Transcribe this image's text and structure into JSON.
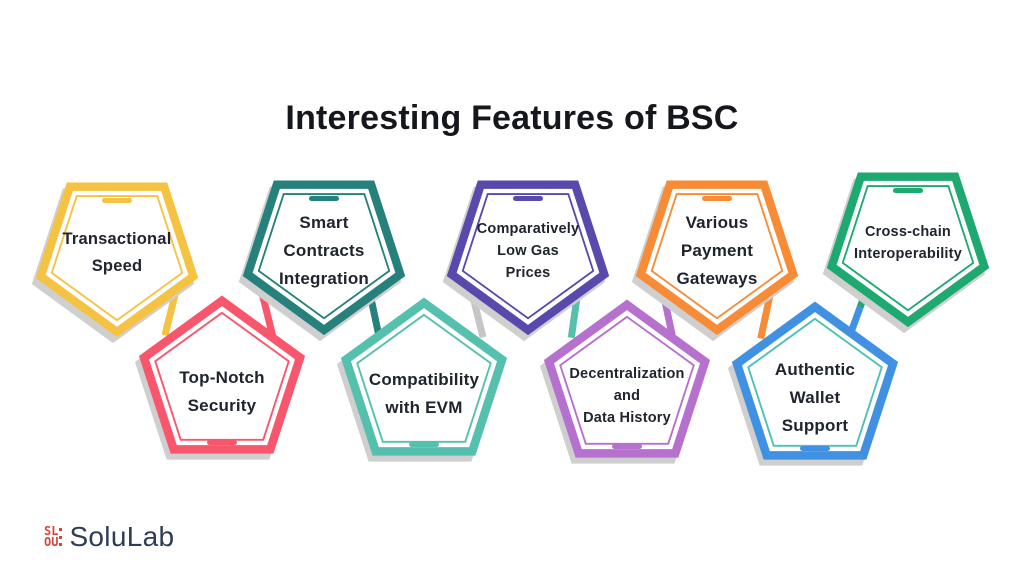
{
  "title": "Interesting Features of BSC",
  "background": "#FFFFFF",
  "shadow_color": "#CFCFCF",
  "text_color": "#20242E",
  "features": [
    {
      "id": "transactional-speed",
      "label": "Transactional Speed",
      "lines": [
        "Transactional",
        "Speed"
      ],
      "row": "top",
      "color": "#F5C242"
    },
    {
      "id": "top-notch-security",
      "label": "Top-Notch Security",
      "lines": [
        "Top-Notch",
        "Security"
      ],
      "row": "bottom",
      "color": "#F8566C"
    },
    {
      "id": "smart-contracts-integration",
      "label": "Smart Contracts Integration",
      "lines": [
        "Smart",
        "Contracts",
        "Integration"
      ],
      "row": "top",
      "color": "#26807B"
    },
    {
      "id": "compatibility-with-evm",
      "label": "Compatibility with EVM",
      "lines": [
        "Compatibility",
        "with EVM"
      ],
      "row": "bottom",
      "color": "#54C0AD"
    },
    {
      "id": "comparatively-low-gas-prices",
      "label": "Comparatively Low Gas Prices",
      "lines": [
        "Comparatively",
        "Low Gas",
        "Prices"
      ],
      "row": "top",
      "color": "#5A49AD"
    },
    {
      "id": "decentralization-and-data-history",
      "label": "Decentralization and Data History",
      "lines": [
        "Decentralization",
        "and",
        "Data History"
      ],
      "row": "bottom",
      "color": "#B671CE"
    },
    {
      "id": "various-payment-gateways",
      "label": "Various Payment Gateways",
      "lines": [
        "Various",
        "Payment",
        "Gateways"
      ],
      "row": "top",
      "color": "#F78B36"
    },
    {
      "id": "authentic-wallet-support",
      "label": "Authentic Wallet Support",
      "lines": [
        "Authentic",
        "Wallet",
        "Support"
      ],
      "row": "bottom",
      "color": "#4191E3",
      "inner_color": "#4CC2B4"
    },
    {
      "id": "cross-chain-interoperability",
      "label": "Cross-chain Interoperability",
      "lines": [
        "Cross-chain",
        "Interoperability"
      ],
      "row": "top",
      "color": "#1EA970"
    }
  ],
  "connectors": [
    {
      "between": "transactional-speed / top-notch-security",
      "color": "#F5C242"
    },
    {
      "between": "top-notch-security / smart-contracts-integration",
      "color": "#F8566C"
    },
    {
      "between": "smart-contracts-integration / compatibility-with-evm",
      "color": "#26807B"
    },
    {
      "between": "compatibility-with-evm / comparatively-low-gas-prices",
      "color": "#C6C6C6"
    },
    {
      "between": "comparatively-low-gas-prices / decentralization-and-data-history",
      "color": "#54C0AD"
    },
    {
      "between": "decentralization-and-data-history / various-payment-gateways",
      "color": "#B671CE"
    },
    {
      "between": "various-payment-gateways / authentic-wallet-support",
      "color": "#F78B36"
    },
    {
      "between": "authentic-wallet-support / cross-chain-interoperability",
      "color": "#4191E3",
      "color2": "#1EA970"
    }
  ],
  "logo": {
    "brand": "SoluLab",
    "mark_top": "SL",
    "mark_bottom": "OU"
  }
}
